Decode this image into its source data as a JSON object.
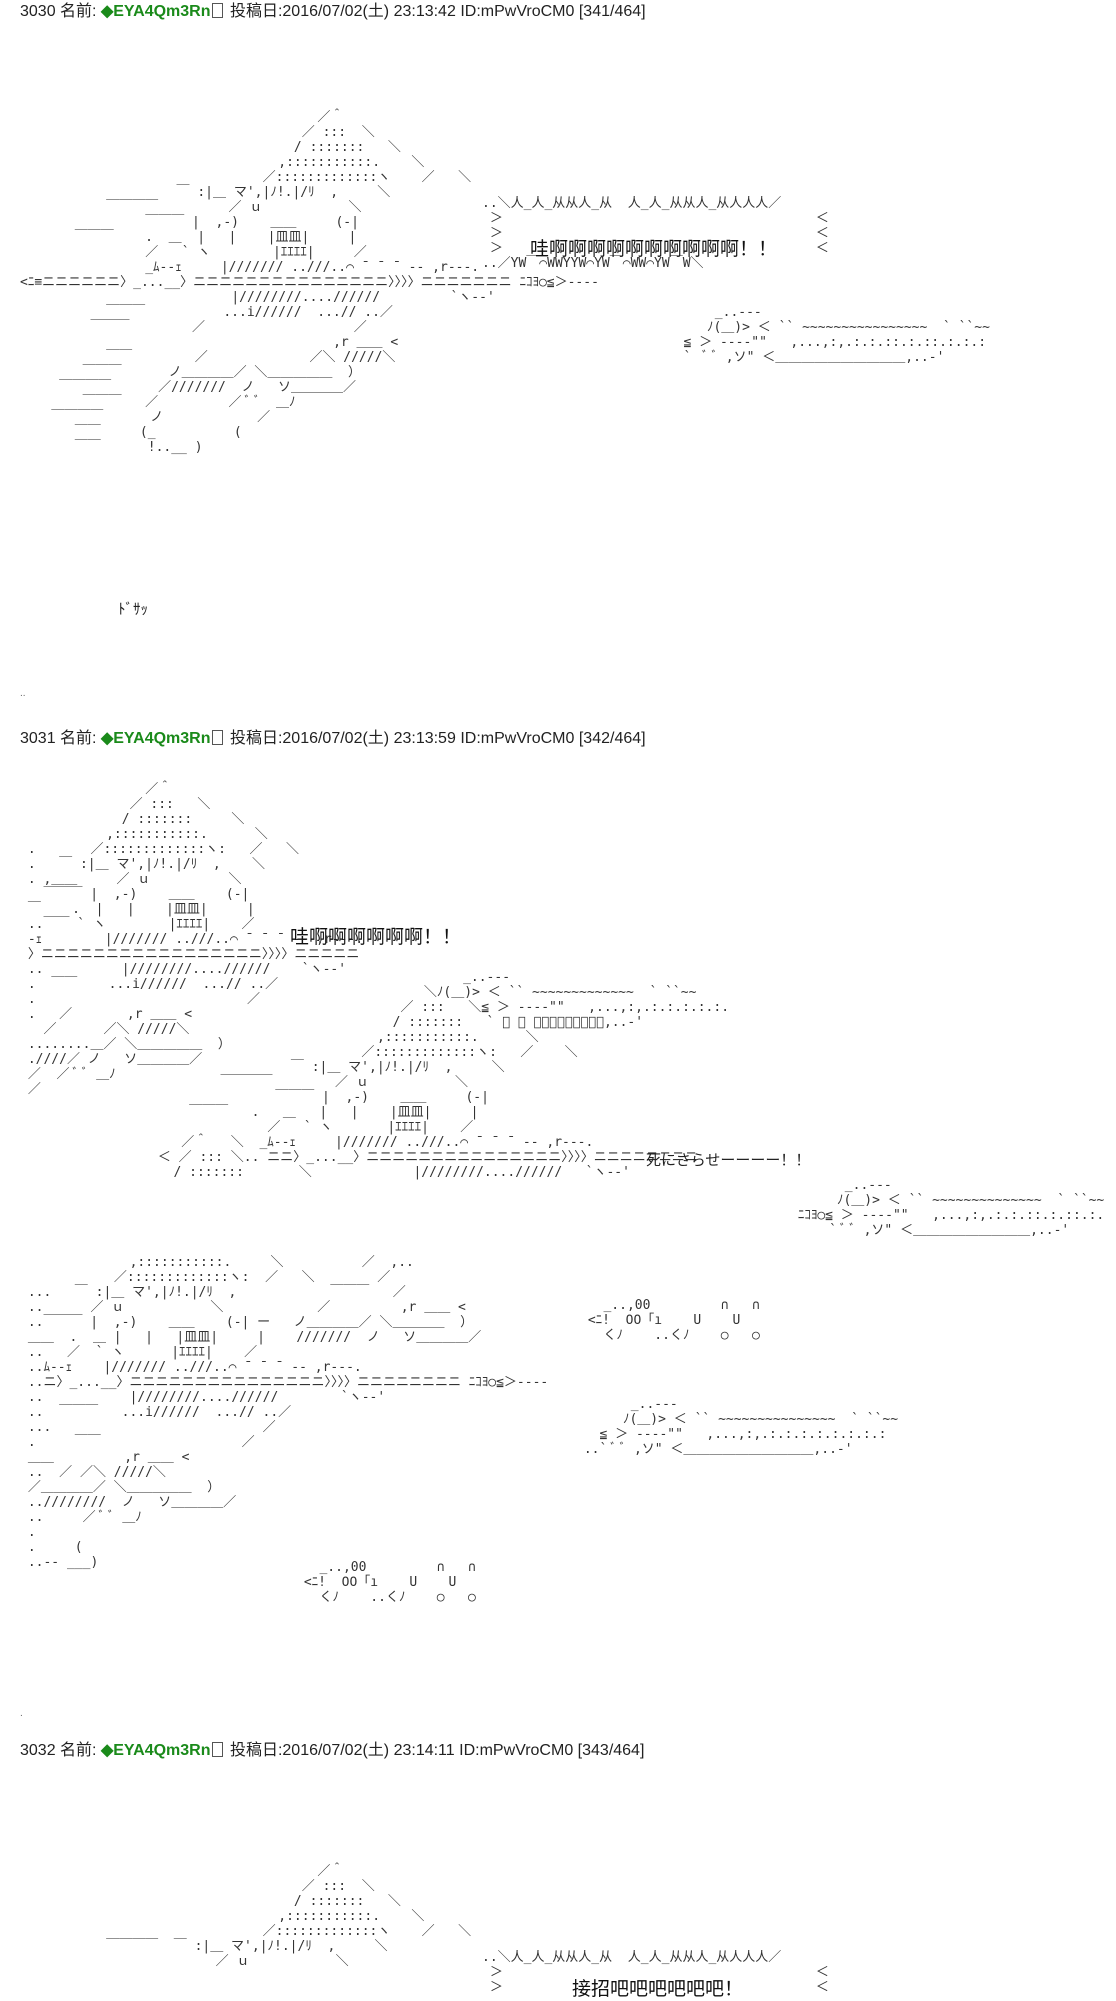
{
  "posts": [
    {
      "number": "3030",
      "name_label": "名前:",
      "trip": "◆EYA4Qm3Rn",
      "date_label": "投稿日:",
      "date": "2016/07/02(土) 23:13:42",
      "id": "ID:mPwVroCM0",
      "count": "[341/464]",
      "shout": "哇啊啊啊啊啊啊啊啊啊啊！！",
      "sfx": "ﾄﾞｻｯ"
    },
    {
      "number": "3031",
      "name_label": "名前:",
      "trip": "◆EYA4Qm3Rn",
      "date_label": "投稿日:",
      "date": "2016/07/02(土) 23:13:59",
      "id": "ID:mPwVroCM0",
      "count": "[342/464]",
      "shout": "哇啊啊啊啊啊啊！！",
      "shout2": "死にさらせーーーー！！"
    },
    {
      "number": "3032",
      "name_label": "名前:",
      "trip": "◆EYA4Qm3Rn",
      "date_label": "投稿日:",
      "date": "2016/07/02(土) 23:14:11",
      "id": "ID:mPwVroCM0",
      "count": "[343/464]",
      "shout": "接招吧吧吧吧吧吧！"
    }
  ]
}
